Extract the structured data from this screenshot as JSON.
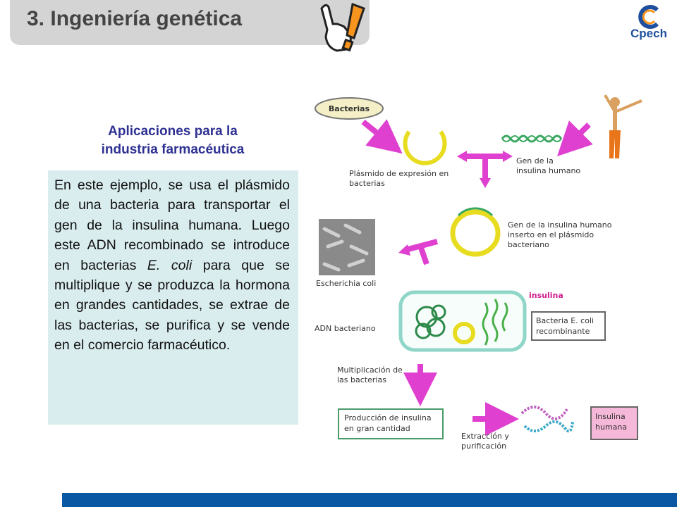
{
  "header": {
    "title": "3. Ingeniería genética",
    "logo_text": "Cpech"
  },
  "main": {
    "subtitle_line1": "Aplicaciones para la",
    "subtitle_line2": "industria farmacéutica",
    "body_part1": "En este ejemplo, se usa el plásmido de una bacteria para transportar el gen de la insulina humana. Luego este ADN recombinado se introduce en bacterias ",
    "body_italic": "E. coli",
    "body_part2": " para que se multiplique y se produzca la hormona en grandes cantidades, se extrae de las bacterias, se purifica y se vende en el comercio farmacéutico."
  },
  "diagram": {
    "bacterias": "Bacterias",
    "plasmido_1": "Plásmido de expresión en",
    "plasmido_2": "bacterias",
    "gen_1": "Gen de la",
    "gen_2": "insulina humano",
    "inserto_1": "Gen de la insulina humano",
    "inserto_2": "inserto en el plásmido",
    "inserto_3": "bacteriano",
    "ecoli": "Escherichia coli",
    "insulina": "insulina",
    "adn": "ADN bacteriano",
    "recomb_1": "Bacteria E. coli",
    "recomb_2": "recombinante",
    "multi_1": "Multiplicación de",
    "multi_2": "las bacterias",
    "prod_1": "Producción de insulina",
    "prod_2": "en gran cantidad",
    "extr_1": "Extracción y",
    "extr_2": "purificación",
    "hum_1": "Insulina",
    "hum_2": "humana"
  },
  "colors": {
    "title_bar": "#d4d4d4",
    "subtitle": "#2e3192",
    "text_box": "#d9ecee",
    "bottom_bar": "#0a58a3",
    "arrow": "#e040d0",
    "plasmid": "#f0e020"
  }
}
